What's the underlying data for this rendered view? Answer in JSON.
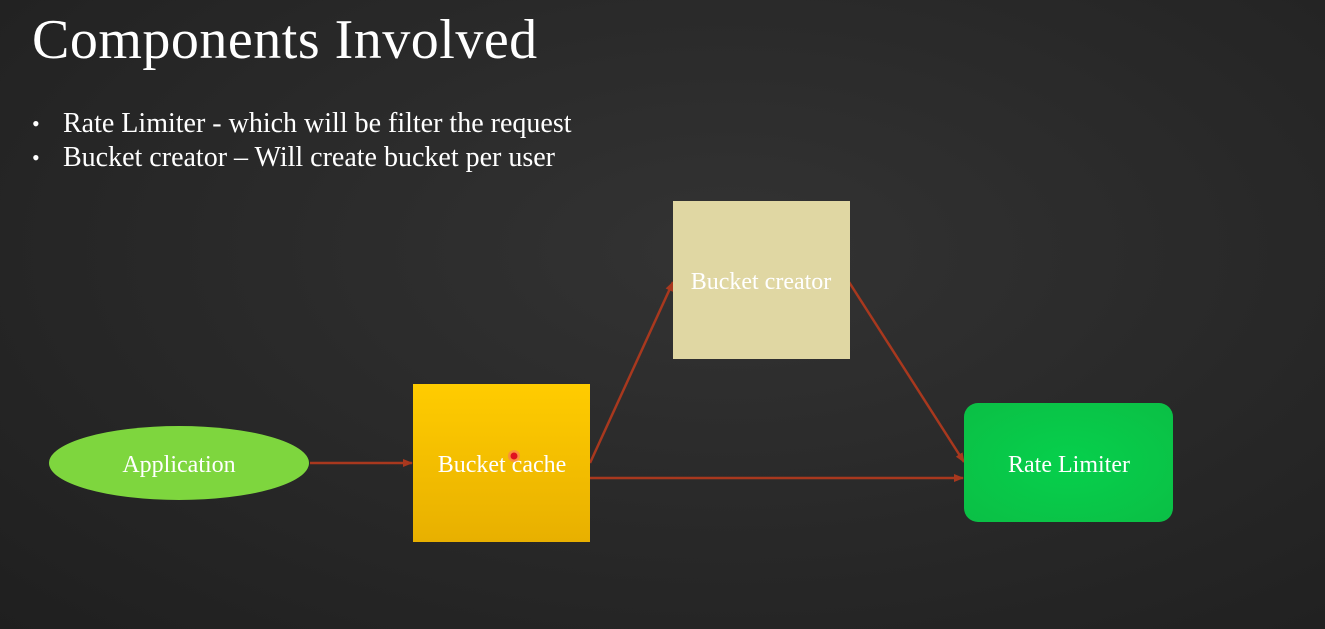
{
  "slide": {
    "title": "Components Involved",
    "bullets": [
      "Rate Limiter  - which will be filter the request",
      "Bucket creator – Will create bucket per user"
    ]
  },
  "diagram": {
    "nodes": [
      {
        "id": "application",
        "label": "Application",
        "shape": "ellipse",
        "color": "#7ed63e"
      },
      {
        "id": "bucket_cache",
        "label": "Bucket cache",
        "shape": "square",
        "color": "#f5bd00"
      },
      {
        "id": "bucket_creator",
        "label": "Bucket creator",
        "shape": "square",
        "color": "#e0d7a3"
      },
      {
        "id": "rate_limiter",
        "label": "Rate Limiter",
        "shape": "rounded-rectangle",
        "color": "#0acb49"
      }
    ],
    "edges": [
      {
        "from": "application",
        "to": "bucket_cache"
      },
      {
        "from": "bucket_cache",
        "to": "bucket_creator"
      },
      {
        "from": "bucket_creator",
        "to": "rate_limiter"
      },
      {
        "from": "bucket_cache",
        "to": "rate_limiter"
      }
    ],
    "edge_color": "#a8381e",
    "pointer_color": "#e01020"
  }
}
